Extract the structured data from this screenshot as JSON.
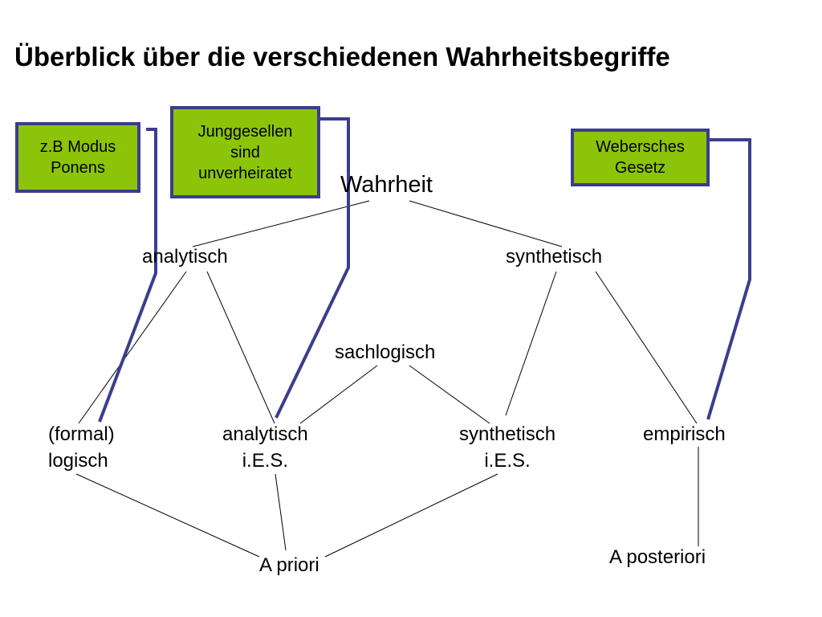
{
  "title": "Überblick über die verschiedenen Wahrheitsbegriffe",
  "colors": {
    "callout_fill": "#8cc40a",
    "callout_border": "#3b3d8c",
    "connector": "#3b3d8c",
    "edge": "#000000"
  },
  "nodes": {
    "root": "Wahrheit",
    "analytisch": "analytisch",
    "synthetisch": "synthetisch",
    "sachlogisch": "sachlogisch",
    "formal_logisch": [
      "(formal)",
      "logisch"
    ],
    "analytisch_ies": [
      "analytisch",
      "i.E.S."
    ],
    "synthetisch_ies": [
      "synthetisch",
      "i.E.S."
    ],
    "empirisch": "empirisch",
    "a_priori": "A priori",
    "a_posteriori": "A posteriori"
  },
  "callouts": {
    "modus_ponens": [
      "z.B Modus",
      "Ponens"
    ],
    "junggesellen": [
      "Junggesellen",
      "sind",
      "unverheiratet"
    ],
    "webersches": [
      "Webersches",
      "Gesetz"
    ]
  }
}
